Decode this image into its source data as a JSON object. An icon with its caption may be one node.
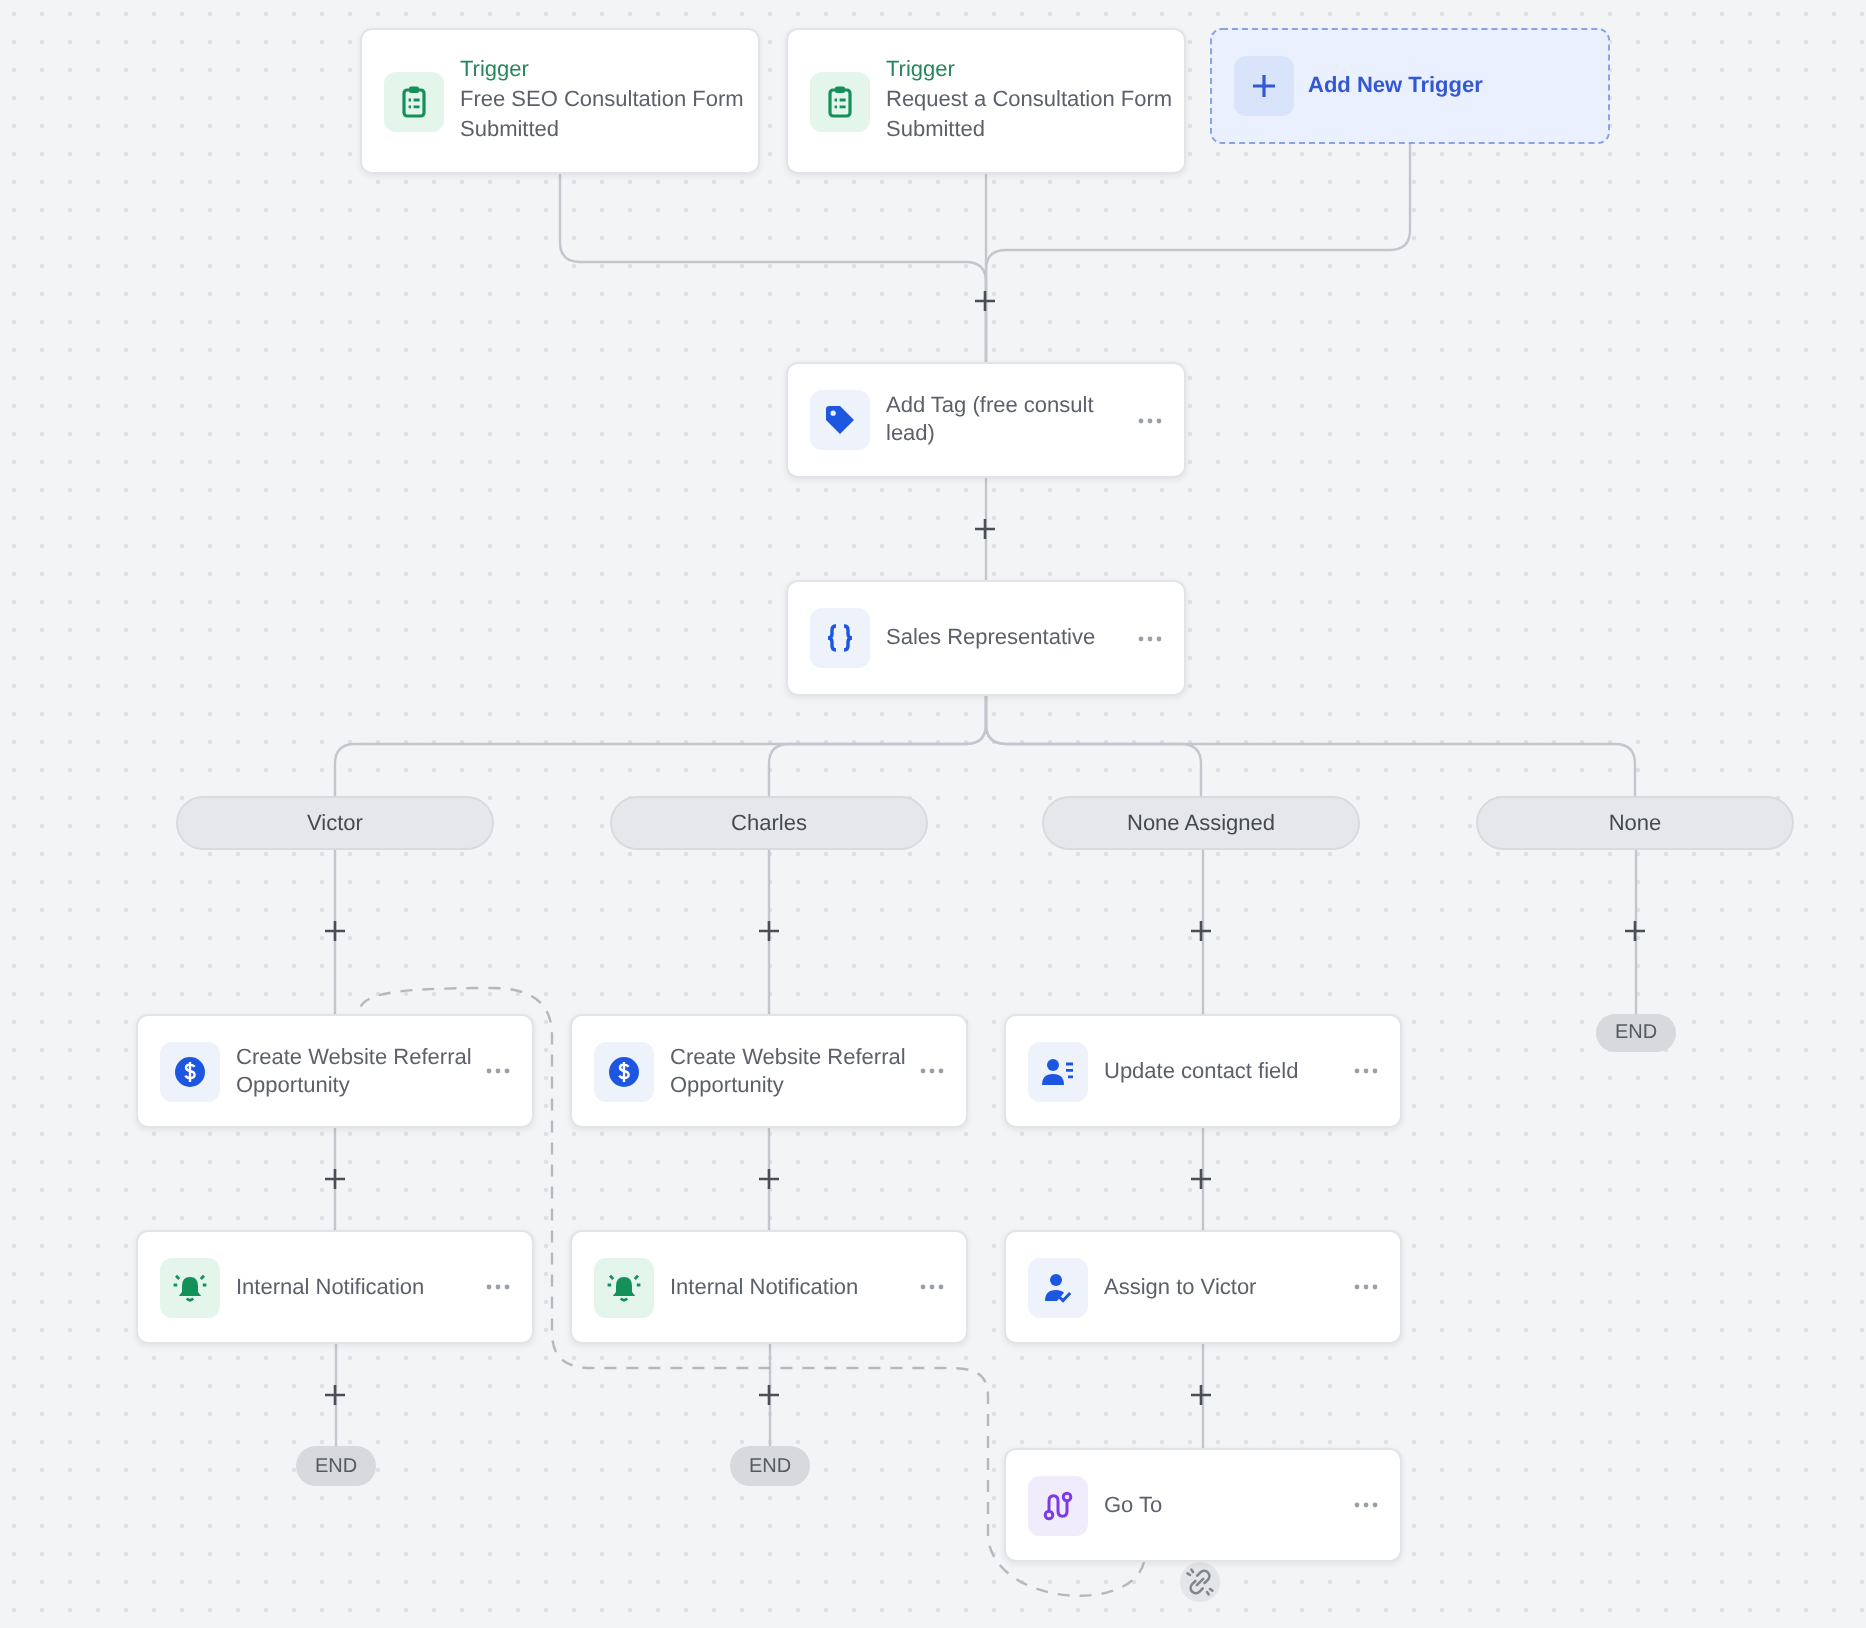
{
  "diagram": {
    "nodes": [
      {
        "text": [
          "Trigger",
          "Free SEO Consultation Form Submitted"
        ]
      },
      {
        "text": [
          "Trigger",
          "Request a Consultation Form Submitted"
        ]
      },
      {
        "text": [
          "Add New Trigger"
        ]
      },
      {
        "text": [
          "Add Tag (free consult lead)"
        ]
      },
      {
        "text": [
          "Sales Representative"
        ]
      },
      {
        "text": [
          "Victor"
        ]
      },
      {
        "text": [
          "Charles"
        ]
      },
      {
        "text": [
          "None Assigned"
        ]
      },
      {
        "text": [
          "None"
        ]
      },
      {
        "text": [
          "Create Website Referral Opportunity"
        ]
      },
      {
        "text": [
          "Create Website Referral Opportunity"
        ]
      },
      {
        "text": [
          "Update contact field"
        ]
      },
      {
        "text": [
          "END"
        ]
      },
      {
        "text": [
          "Internal Notification"
        ]
      },
      {
        "text": [
          "Internal Notification"
        ]
      },
      {
        "text": [
          "Assign to Victor"
        ]
      },
      {
        "text": [
          "END"
        ]
      },
      {
        "text": [
          "END"
        ]
      },
      {
        "text": [
          "Go To"
        ]
      }
    ],
    "edges": [
      {
        "from": 0,
        "to": 3,
        "arrow": "none"
      },
      {
        "from": 1,
        "to": 3,
        "arrow": "none"
      },
      {
        "from": 2,
        "to": 3,
        "arrow": "none"
      },
      {
        "from": 3,
        "to": 4,
        "arrow": "none"
      },
      {
        "from": 4,
        "to": 5,
        "arrow": "none"
      },
      {
        "from": 4,
        "to": 6,
        "arrow": "none"
      },
      {
        "from": 4,
        "to": 7,
        "arrow": "none"
      },
      {
        "from": 4,
        "to": 8,
        "arrow": "none"
      },
      {
        "from": 5,
        "to": 9,
        "arrow": "none"
      },
      {
        "from": 6,
        "to": 10,
        "arrow": "none"
      },
      {
        "from": 7,
        "to": 11,
        "arrow": "none"
      },
      {
        "from": 8,
        "to": 12,
        "arrow": "none"
      },
      {
        "from": 9,
        "to": 13,
        "arrow": "none"
      },
      {
        "from": 10,
        "to": 14,
        "arrow": "none"
      },
      {
        "from": 11,
        "to": 15,
        "arrow": "none"
      },
      {
        "from": 13,
        "to": 16,
        "arrow": "none"
      },
      {
        "from": 14,
        "to": 17,
        "arrow": "none"
      },
      {
        "from": 15,
        "to": 18,
        "arrow": "none"
      },
      {
        "from": 18,
        "to": 9,
        "arrow": "none",
        "style": "dashed"
      }
    ]
  }
}
